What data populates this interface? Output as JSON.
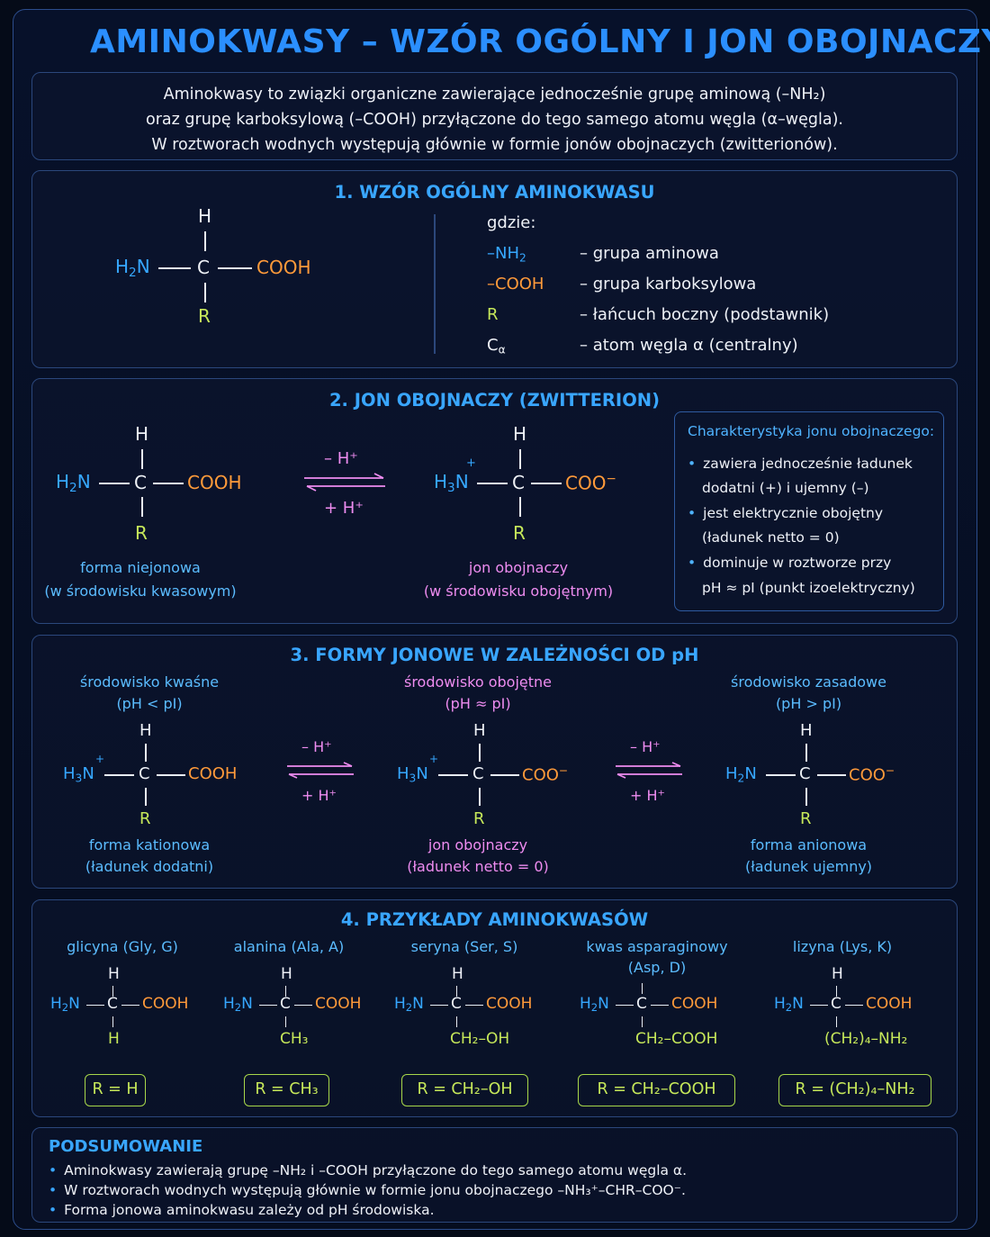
{
  "title": "AMINOKWASY – WZÓR OGÓLNY I JON OBOJNACZY",
  "intro": {
    "line1": "Aminokwasy to związki organiczne zawierające jednocześnie grupę aminową (–NH₂)",
    "line2": "oraz grupę karboksylową (–COOH) przyłączone do tego samego atomu węgla (α–węgla).",
    "line3": "W roztworach wodnych występują głównie w formie jonów obojnaczych (zwitterionów)."
  },
  "s1": {
    "title": "1. WZÓR OGÓLNY AMINOKWASU",
    "where": "gdzie:",
    "defs": [
      {
        "sym": "–NH₂",
        "desc": "– grupa aminowa"
      },
      {
        "sym": "–COOH",
        "desc": "– grupa karboksylowa"
      },
      {
        "sym": "R",
        "desc": "– łańcuch boczny (podstawnik)"
      },
      {
        "sym": "Cα",
        "desc": "– atom węgla α (centralny)"
      }
    ]
  },
  "s2": {
    "title": "2. JON OBOJNACZY (ZWITTERION)",
    "arrow_top": "– H⁺",
    "arrow_bottom": "+ H⁺",
    "left_caption1": "forma niejonowa",
    "left_caption2": "(w środowisku kwasowym)",
    "right_caption1": "jon obojnaczy",
    "right_caption2": "(w środowisku obojętnym)",
    "char_title": "Charakterystyka jonu obojnaczego:",
    "char_items": [
      "zawiera jednocześnie ładunek",
      "dodatni (+) i ujemny (–)",
      "jest elektrycznie obojętny",
      "(ładunek netto = 0)",
      "dominuje w roztworze przy",
      "pH ≈ pI (punkt izoelektryczny)"
    ]
  },
  "s3": {
    "title": "3. FORMY JONOWE W ZALEŻNOŚCI OD pH",
    "acid_h1": "środowisko kwaśne",
    "acid_h2": "(pH < pI)",
    "neutral_h1": "środowisko obojętne",
    "neutral_h2": "(pH ≈ pI)",
    "basic_h1": "środowisko zasadowe",
    "basic_h2": "(pH > pI)",
    "acid_c1": "forma kationowa",
    "acid_c2": "(ładunek dodatni)",
    "neutral_c1": "jon obojnaczy",
    "neutral_c2": "(ładunek netto = 0)",
    "basic_c1": "forma anionowa",
    "basic_c2": "(ładunek ujemny)",
    "arrow_top": "– H⁺",
    "arrow_bottom": "+ H⁺"
  },
  "s4": {
    "title": "4. PRZYKŁADY AMINOKWASÓW",
    "examples": [
      {
        "name": "glicyna (Gly, G)",
        "r": "H",
        "rbox": "R = H"
      },
      {
        "name": "alanina (Ala, A)",
        "r": "CH₃",
        "rbox": "R = CH₃"
      },
      {
        "name": "seryna (Ser, S)",
        "r": "CH₂–OH",
        "rbox": "R = CH₂–OH"
      },
      {
        "name": "kwas asparaginowy",
        "name2": "(Asp, D)",
        "r": "CH₂–COOH",
        "rbox": "R = CH₂–COOH"
      },
      {
        "name": "lizyna (Lys, K)",
        "r": "(CH₂)₄–NH₂",
        "rbox": "R = (CH₂)₄–NH₂"
      }
    ]
  },
  "summary": {
    "title": "PODSUMOWANIE",
    "items": [
      "Aminokwasy zawierają grupę –NH₂ i –COOH przyłączone do tego samego atomu węgla α.",
      "W roztworach wodnych występują głównie w formie jonu obojnaczego –NH₃⁺–CHR–COO⁻.",
      "Forma jonowa aminokwasu zależy od pH środowiska."
    ]
  },
  "atoms": {
    "H": "H",
    "C": "C",
    "R": "R",
    "NH2": "H₂N",
    "NH3": "H₃N",
    "COOH": "COOH",
    "COO": "COO⁻",
    "plus": "+"
  },
  "colors": {
    "title": "#2b8fff",
    "amine": "#36a7ff",
    "carboxyl": "#ff9a3a",
    "side_chain": "#c6e85a",
    "arrows": "#ee8cf0"
  }
}
